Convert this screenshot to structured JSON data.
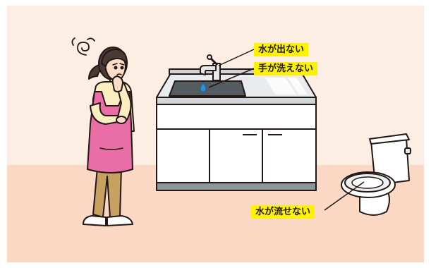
{
  "labels": {
    "no_water": "水が出ない",
    "cannot_wash_hands": "手が洗えない",
    "cannot_flush": "水が流せない"
  },
  "colors": {
    "wall": "#fdeee4",
    "floor": "#fad8c4",
    "label_bg": "#fff200",
    "apron": "#ea6ea6",
    "shirt": "#fbeec0",
    "pants": "#c7a15f",
    "hair": "#4a3a35",
    "outline": "#231815",
    "water_drop": "#2e8fd6"
  },
  "icons": [
    "worry-swirl-icon",
    "water-drop-icon"
  ]
}
